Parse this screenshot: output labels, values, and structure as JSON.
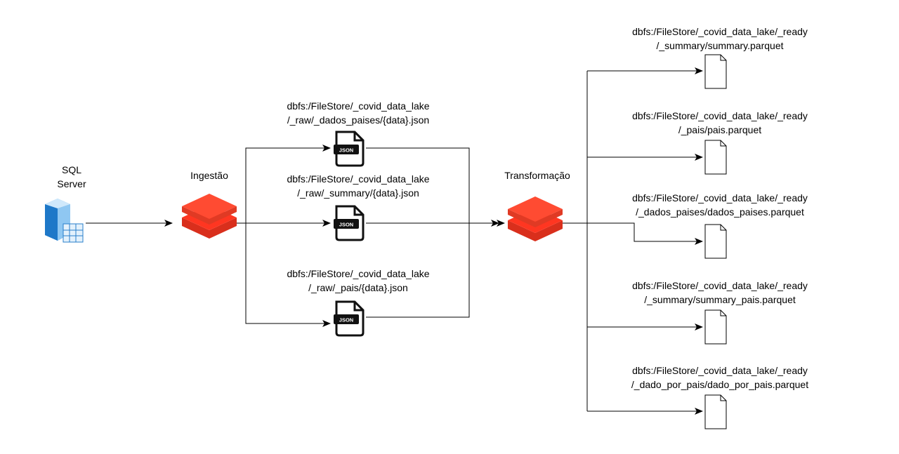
{
  "source": {
    "line1": "SQL",
    "line2": "Server"
  },
  "ingestion": {
    "label": "Ingestão"
  },
  "transformation": {
    "label": "Transformação"
  },
  "json_badge": "JSON",
  "raw_files": [
    {
      "line1": "dbfs:/FileStore/_covid_data_lake",
      "line2": "/_raw/_dados_paises/{data}.json"
    },
    {
      "line1": "dbfs:/FileStore/_covid_data_lake",
      "line2": "/_raw/_summary/{data}.json"
    },
    {
      "line1": "dbfs:/FileStore/_covid_data_lake",
      "line2": "/_raw/_pais/{data}.json"
    }
  ],
  "ready_files": [
    {
      "line1": "dbfs:/FileStore/_covid_data_lake/_ready",
      "line2": "/_summary/summary.parquet"
    },
    {
      "line1": "dbfs:/FileStore/_covid_data_lake/_ready",
      "line2": "/_pais/pais.parquet"
    },
    {
      "line1": "dbfs:/FileStore/_covid_data_lake/_ready",
      "line2": "/_dados_paises/dados_paises.parquet"
    },
    {
      "line1": "dbfs:/FileStore/_covid_data_lake/_ready",
      "line2": "/_summary/summary_pais.parquet"
    },
    {
      "line1": "dbfs:/FileStore/_covid_data_lake/_ready",
      "line2": "/_dado_por_pais/dado_por_pais.parquet"
    }
  ],
  "colors": {
    "databricks_top": "#ff3621",
    "databricks_bottom": "#d92f1c",
    "server_blue": "#1e88e5",
    "line": "#000000"
  }
}
